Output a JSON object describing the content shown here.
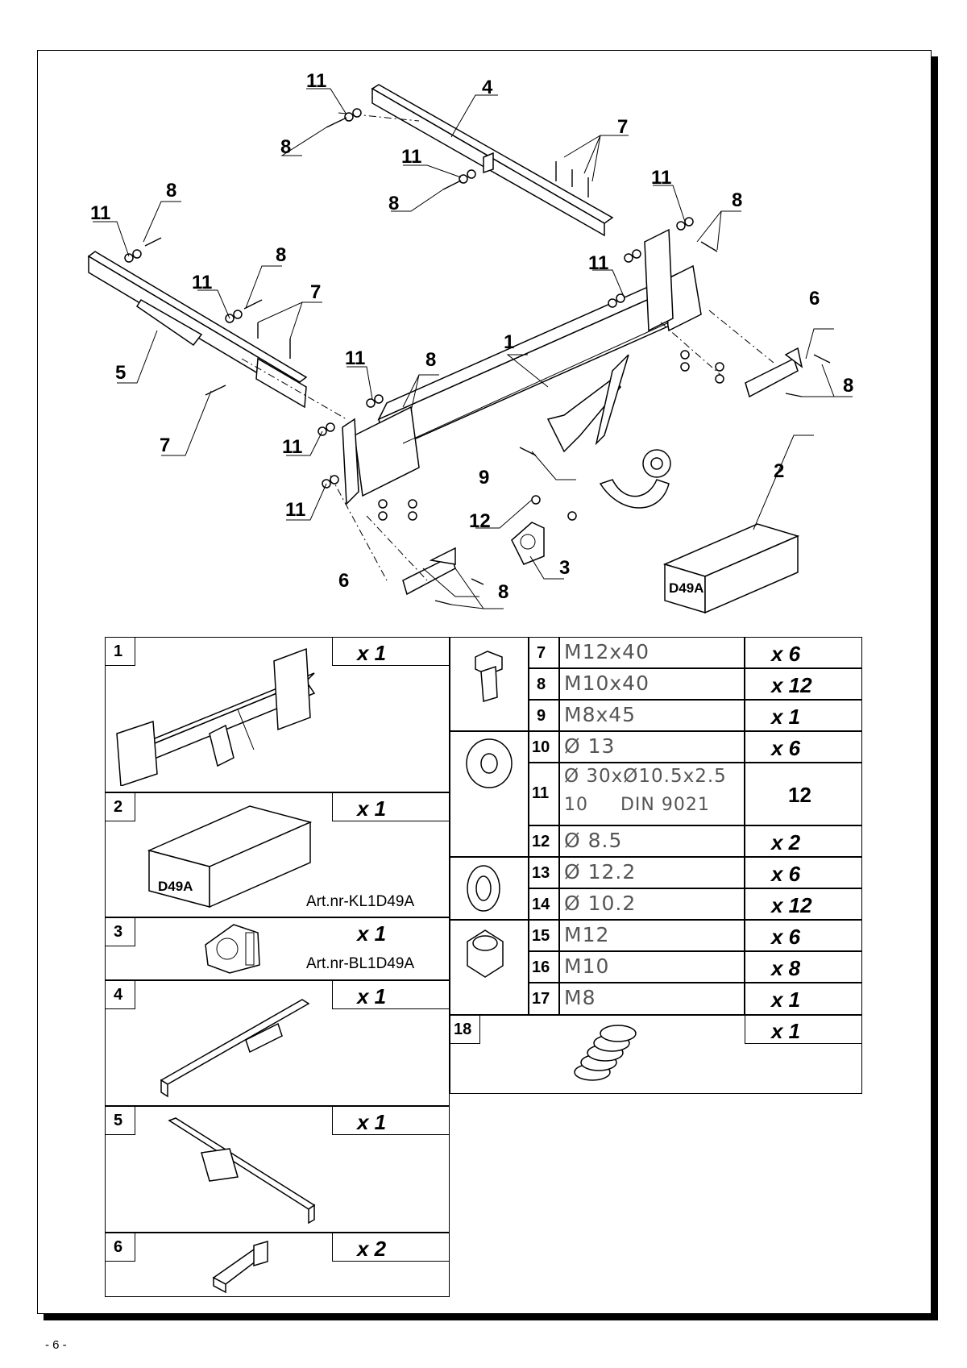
{
  "drawing": {
    "callouts": {
      "c1": "1",
      "c2": "2",
      "c3": "3",
      "c4": "4",
      "c5": "5",
      "c6a": "6",
      "c6b": "6",
      "c7a": "7",
      "c7b": "7",
      "c7c": "7",
      "c8a": "8",
      "c8b": "8",
      "c8c": "8",
      "c8d": "8",
      "c8e": "8",
      "c8f": "8",
      "c8g": "8",
      "c8h": "8",
      "c9": "9",
      "c11a": "11",
      "c11b": "11",
      "c11c": "11",
      "c11d": "11",
      "c11e": "11",
      "c11f": "11",
      "c11g": "11",
      "c11h": "11",
      "c12": "12"
    },
    "box_label": "D49A"
  },
  "parts_left": [
    {
      "no": "1",
      "qty": "x 1",
      "art": ""
    },
    {
      "no": "2",
      "qty": "x 1",
      "art": "Art.nr-KL1D49A",
      "box_label": "D49A"
    },
    {
      "no": "3",
      "qty": "x 1",
      "art": "Art.nr-BL1D49A"
    },
    {
      "no": "4",
      "qty": "x 1",
      "art": ""
    },
    {
      "no": "5",
      "qty": "x 1",
      "art": ""
    },
    {
      "no": "6",
      "qty": "x 2",
      "art": ""
    }
  ],
  "parts_right": [
    {
      "no": "7",
      "spec": "M12x40",
      "qty": "x 6"
    },
    {
      "no": "8",
      "spec": "M10x40",
      "qty": "x 12"
    },
    {
      "no": "9",
      "spec": "M8x45",
      "qty": "x 1"
    },
    {
      "no": "10",
      "spec": "Ø 13",
      "qty": "x 6"
    },
    {
      "no": "11",
      "spec": "Ø 30xØ10.5x2.5",
      "spec2": "10     DIN 9021",
      "qty": "12"
    },
    {
      "no": "12",
      "spec": "Ø 8.5",
      "qty": "x 2"
    },
    {
      "no": "13",
      "spec": "Ø 12.2",
      "qty": "x 6"
    },
    {
      "no": "14",
      "spec": "Ø 10.2",
      "qty": "x 12"
    },
    {
      "no": "15",
      "spec": "M12",
      "qty": "x 6"
    },
    {
      "no": "16",
      "spec": "M10",
      "qty": "x 8"
    },
    {
      "no": "17",
      "spec": "M8",
      "qty": "x 1"
    },
    {
      "no": "18",
      "spec": "",
      "qty": "x 1"
    }
  ],
  "page_number": "- 6 -"
}
